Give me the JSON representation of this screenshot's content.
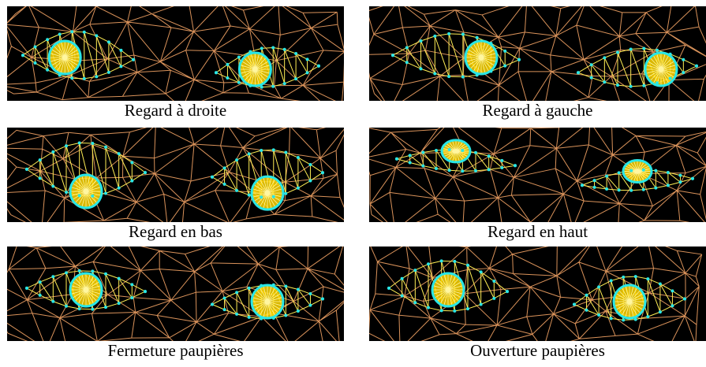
{
  "colors": {
    "background": "#000000",
    "mesh": "#d9925a",
    "eyelid_lines": "#ffee55",
    "iris": "#ffd700",
    "iris_ring": "#29e6e6",
    "vertex": "#29e6e6"
  },
  "panels": [
    {
      "caption": "Regard à droite",
      "gaze": "right",
      "lid": "normal"
    },
    {
      "caption": "Regard à gauche",
      "gaze": "left",
      "lid": "normal"
    },
    {
      "caption": "Regard en bas",
      "gaze": "down",
      "lid": "normal"
    },
    {
      "caption": "Regard en haut",
      "gaze": "up",
      "lid": "normal"
    },
    {
      "caption": "Fermeture paupières",
      "gaze": "center",
      "lid": "closing"
    },
    {
      "caption": "Ouverture paupières",
      "gaze": "center",
      "lid": "opening"
    }
  ]
}
